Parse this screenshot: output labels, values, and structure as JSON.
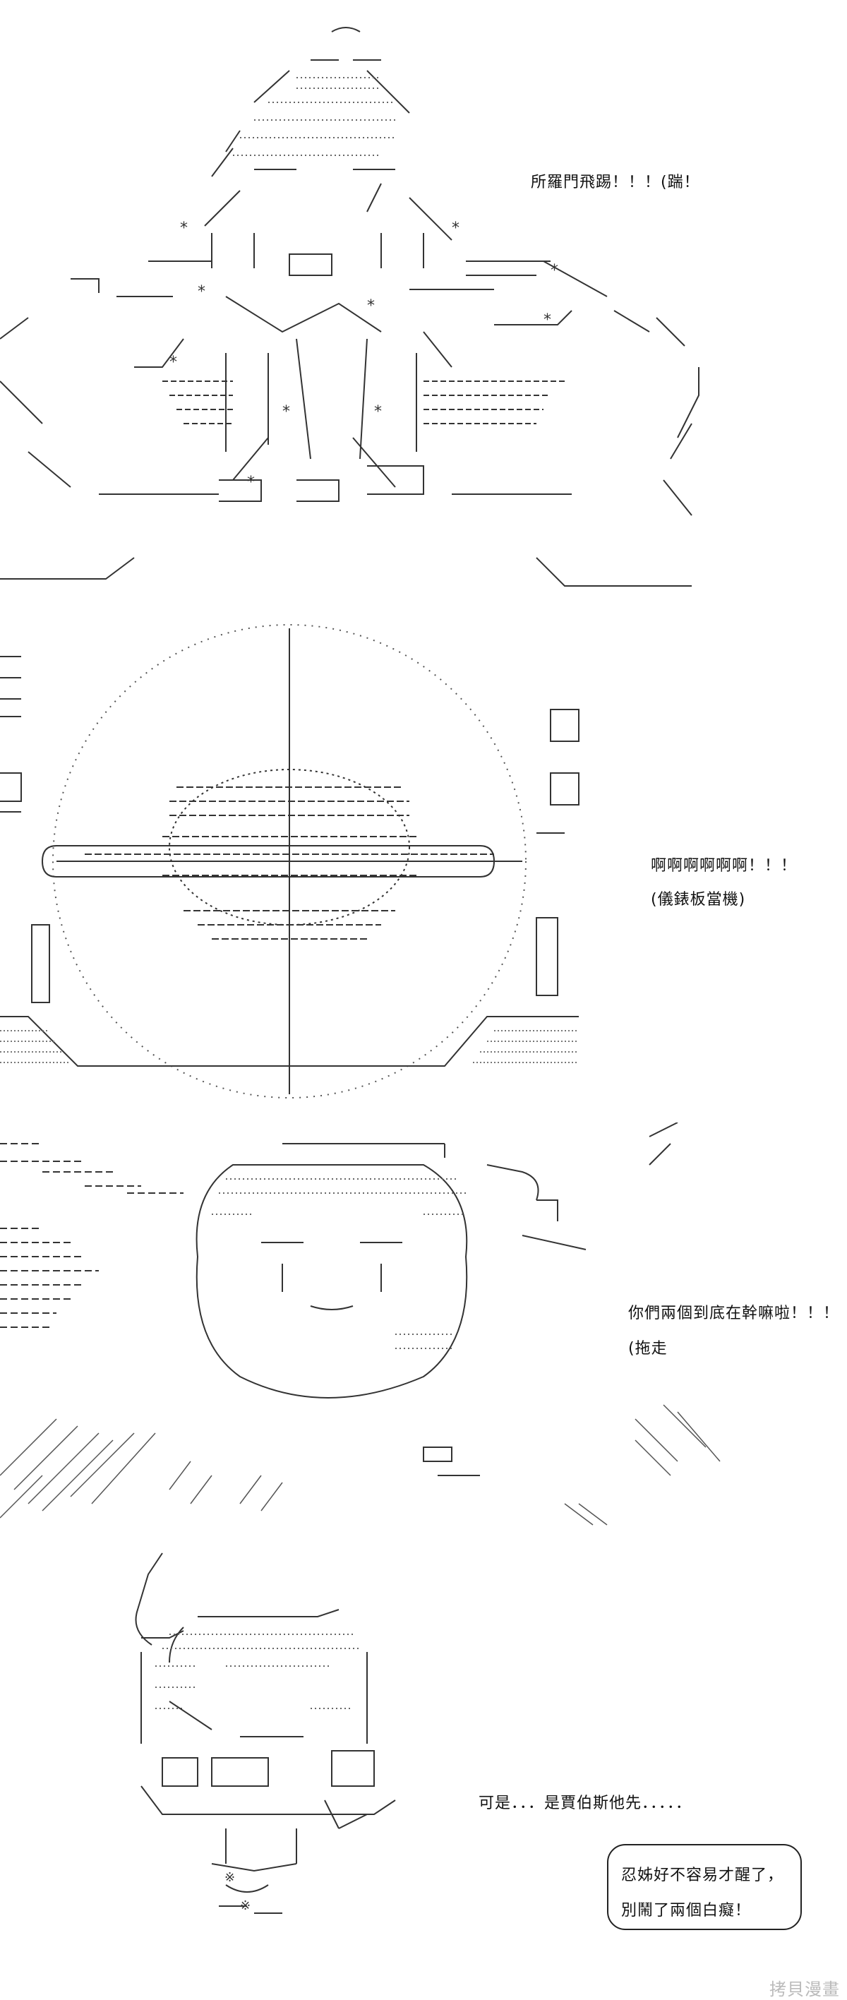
{
  "panels": [
    {
      "lines": [
        "所羅門飛踢！！！(踹！"
      ]
    },
    {
      "lines": [
        "啊啊啊啊啊啊！！！",
        "(儀錶板當機)"
      ]
    },
    {
      "lines": [
        "你們兩個到底在幹嘛啦！！！",
        "(拖走"
      ]
    },
    {
      "lines": [
        "可是．．．是賈伯斯他先．．．．．"
      ],
      "bubble": [
        "忍姊好不容易才醒了，",
        "別鬧了兩個白癡！"
      ]
    }
  ],
  "watermark": "拷貝漫畫"
}
